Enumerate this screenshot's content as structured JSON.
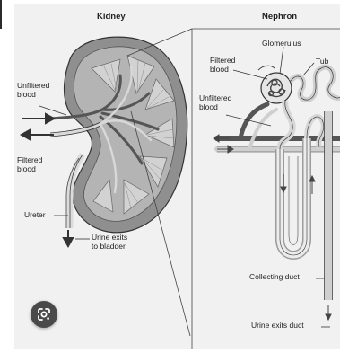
{
  "diagram": {
    "kidney_title": "Kidney",
    "nephron_title": "Nephron",
    "kidney_labels": {
      "unfiltered_blood": "Unfiltered\nblood",
      "filtered_blood": "Filtered\nblood",
      "ureter": "Ureter",
      "urine_exits": "Urine exits\nto bladder"
    },
    "nephron_labels": {
      "glomerulus": "Glomerulus",
      "filtered_blood": "Filtered\nblood",
      "tubule": "Tub",
      "unfiltered_blood": "Unfiltered\nblood",
      "collecting_duct": "Collecting duct",
      "urine_exits_duct": "Urine exits duct"
    }
  },
  "lens_button": {
    "icon": "google-lens-icon"
  },
  "colors": {
    "card_bg": "#f1f1f1",
    "line": "#333333",
    "organ_fill": "#9a9a9a",
    "vessel_dark": "#555555",
    "vessel_light": "#bdbdbd"
  }
}
